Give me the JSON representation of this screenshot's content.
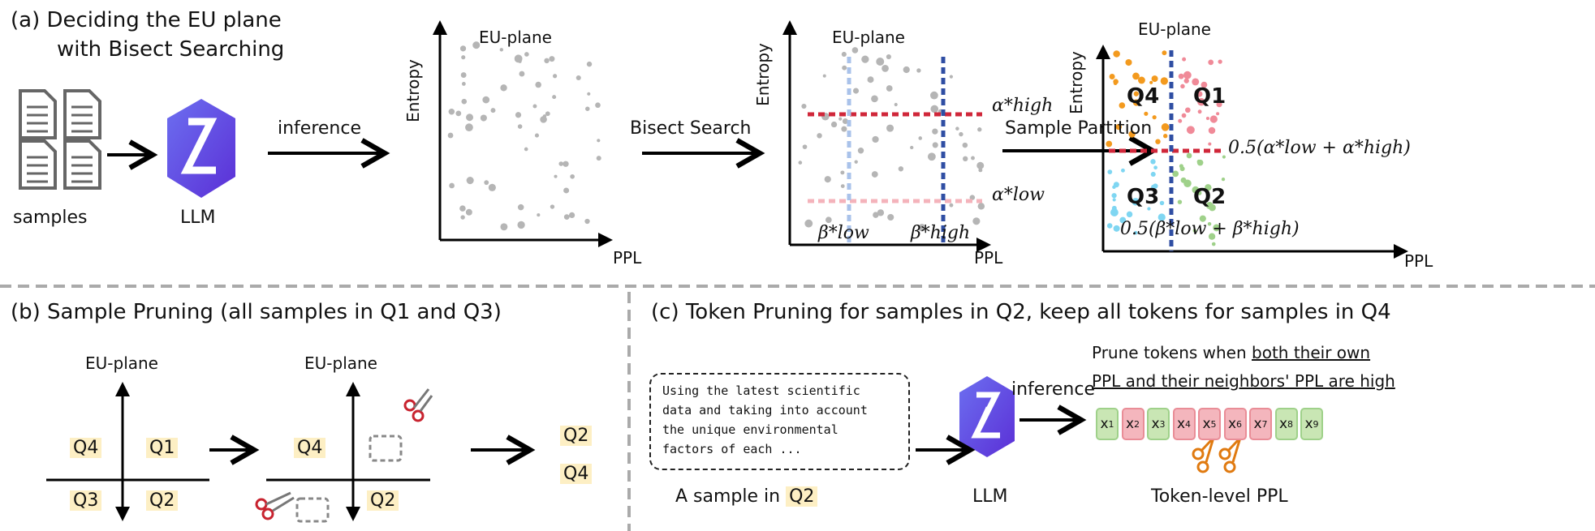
{
  "panel_a": {
    "title_line1": "(a) Deciding the EU plane",
    "title_line2": "with Bisect Searching",
    "samples_label": "samples",
    "llm_label": "LLM",
    "inference_label": "inference",
    "bisect_label": "Bisect Search",
    "partition_label": "Sample Partition",
    "plot_title": "EU-plane",
    "y_axis": "Entropy",
    "x_axis": "PPL",
    "alpha_high": "α*high",
    "alpha_low": "α*low",
    "beta_low": "β*low",
    "beta_high": "β*high",
    "alpha_mid": "0.5(α*low + α*high)",
    "beta_mid": "0.5(β*low + β*high)",
    "quadrants": {
      "q1": "Q1",
      "q2": "Q2",
      "q3": "Q3",
      "q4": "Q4"
    },
    "colors": {
      "q1": "#f08a98",
      "q2": "#9fd18a",
      "q3": "#7fd6f2",
      "q4": "#f39a1e",
      "grey": "#b5b5b5",
      "red_line": "#d0273a",
      "blue_line": "#2f4ea3"
    }
  },
  "panel_b": {
    "title": "(b) Sample Pruning (all samples in Q1 and Q3)",
    "plot_title": "EU-plane",
    "q1": "Q1",
    "q2": "Q2",
    "q3": "Q3",
    "q4": "Q4"
  },
  "panel_c": {
    "title": "(c) Token Pruning for samples in Q2, keep all tokens for samples in Q4",
    "sample_text": "Using the latest scientific\ndata and taking into account\nthe unique environmental\nfactors of each ...",
    "sample_caption": "A sample in",
    "sample_q": "Q2",
    "llm_label": "LLM",
    "inference_label": "inference",
    "rule_part1": "Prune tokens when ",
    "rule_part2": "both their own",
    "rule_line2": "PPL and their neighbors' PPL are high",
    "token_caption": "Token-level PPL",
    "tokens": [
      {
        "label": "x1",
        "high": false
      },
      {
        "label": "x2",
        "high": true
      },
      {
        "label": "x3",
        "high": false
      },
      {
        "label": "x4",
        "high": true
      },
      {
        "label": "x5",
        "high": true,
        "pruned": true
      },
      {
        "label": "x6",
        "high": true,
        "pruned": true
      },
      {
        "label": "x7",
        "high": true
      },
      {
        "label": "x8",
        "high": false
      },
      {
        "label": "x9",
        "high": false
      }
    ]
  }
}
